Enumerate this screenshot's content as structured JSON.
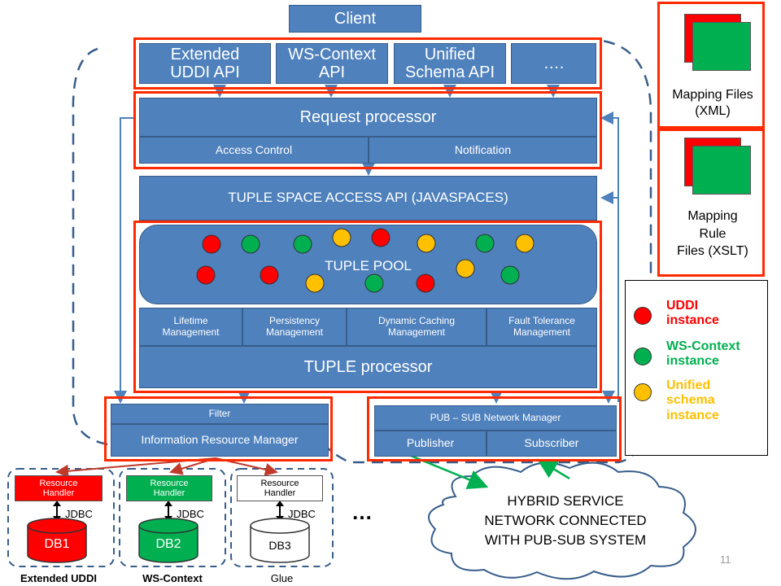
{
  "client": "Client",
  "apis": [
    {
      "label": "Extended\nUDDI API"
    },
    {
      "label": "WS-Context\nAPI"
    },
    {
      "label": "Unified\nSchema API"
    },
    {
      "label": "…."
    }
  ],
  "request_processor": {
    "title": "Request processor",
    "access_control": "Access Control",
    "notification": "Notification"
  },
  "tuple_space_api": "TUPLE SPACE ACCESS API (JAVASPACES)",
  "tuple_pool": "TUPLE POOL",
  "management": [
    {
      "label": "Lifetime\nManagement"
    },
    {
      "label": "Persistency\nManagement"
    },
    {
      "label": "Dynamic Caching\nManagement"
    },
    {
      "label": "Fault Tolerance\nManagement"
    }
  ],
  "tuple_processor": "TUPLE processor",
  "filter": "Filter",
  "irm": "Information Resource Manager",
  "pubsub": {
    "title": "PUB – SUB Network Manager",
    "publisher": "Publisher",
    "subscriber": "Subscriber"
  },
  "mapping_files": "Mapping Files\n(XML)",
  "mapping_rule_files": "Mapping\nRule\nFiles (XSLT)",
  "legend": [
    {
      "label": "UDDI\ninstance",
      "color": "#ff0000"
    },
    {
      "label": "WS-Context\ninstance",
      "color": "#00b050"
    },
    {
      "label": "Unified\nschema\ninstance",
      "color": "#ffc000"
    }
  ],
  "resource_handler": "Resource\nHandler",
  "jdbc": "JDBC",
  "dbs": [
    {
      "label": "DB1",
      "footer": "Extended UDDI",
      "color": "#ff0000"
    },
    {
      "label": "DB2",
      "footer": "WS-Context",
      "color": "#00b050"
    },
    {
      "label": "DB3",
      "footer": "Glue",
      "color": "#ffffff"
    }
  ],
  "ellipsis": "…",
  "cloud_text": "HYBRID SERVICE\nNETWORK CONNECTED\nWITH PUB-SUB SYSTEM",
  "page_number": "11",
  "colors": {
    "box": "#4f81bd",
    "border_red": "#ff2a00",
    "arrow_green": "#00b050",
    "dashed": "#385d8a"
  }
}
